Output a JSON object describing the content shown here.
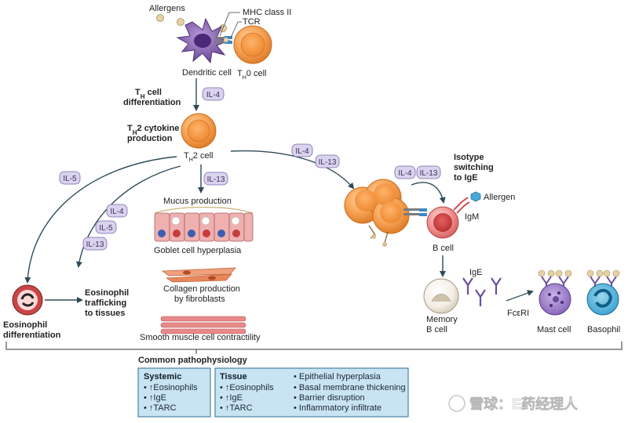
{
  "labels": {
    "allergens": "Allergens",
    "mhc": "MHC class II",
    "tcr": "TCR",
    "dendritic_cell": "Dendritic cell",
    "th0_cell_main": "T",
    "th0_cell_sub": "H",
    "th0_cell_rest": "0 cell",
    "th_diff_line1_main": "T",
    "th_diff_line1_sub": "H",
    "th_diff_line1_rest": " cell",
    "th_diff_line2": "differentiation",
    "th2_cyto_line1_main": "T",
    "th2_cyto_line1_sub": "H",
    "th2_cyto_line1_rest": "2 cytokine",
    "th2_cyto_line2": "production",
    "th2_cell_main": "T",
    "th2_cell_sub": "H",
    "th2_cell_rest": "2 cell",
    "mucus": "Mucus production",
    "goblet": "Goblet cell hyperplasia",
    "collagen_line1": "Collagen production",
    "collagen_line2": "by fibroblasts",
    "smooth_muscle": "Smooth muscle cell contractility",
    "eos_diff_line1": "Eosinophil",
    "eos_diff_line2": "differentiation",
    "eos_traf_line1": "Eosinophil",
    "eos_traf_line2": "trafficking",
    "eos_traf_line3": "to tissues",
    "isotype_line1": "Isotype",
    "isotype_line2": "switching",
    "isotype_line3": "to IgE",
    "allergen": "Allergen",
    "igm": "IgM",
    "b_cell": "B cell",
    "ige": "IgE",
    "memory_line1": "Memory",
    "memory_line2": "B cell",
    "fceri": "FcεRI",
    "mast_cell": "Mast cell",
    "basophil": "Basophil",
    "common": "Common pathophysiology"
  },
  "badges": {
    "il4_top": "IL-4",
    "il13_mid": "IL-13",
    "il5_left": "IL-5",
    "il4_left": "IL-4",
    "il5_left2": "IL-5",
    "il13_left2": "IL-13",
    "il4_right": "IL-4",
    "il13_right": "IL-13",
    "il4_iso": "IL-4",
    "il13_iso": "IL-13"
  },
  "systemic": {
    "title": "Systemic",
    "items": [
      "• ↑Eosinophils",
      "• ↑IgE",
      "• ↑TARC"
    ]
  },
  "tissue": {
    "title": "Tissue",
    "left_items": [
      "• ↑Eosinophils",
      "• ↑IgE",
      "• ↑TARC"
    ],
    "right_items": [
      "• Epithelial hyperplasia",
      "• Basal membrane thickening",
      "• Barrier disruption",
      "• Inflammatory infiltrate"
    ]
  },
  "watermark": "雪球：E药经理人",
  "colors": {
    "badge_fill": "#d9d3ee",
    "badge_stroke": "#7a6aa8",
    "t_cell": "#f5a45b",
    "dendritic": "#7b5aa6",
    "box_fill": "#c8e3f2",
    "box_stroke": "#2c6f94",
    "arrow": "#2f4a57"
  }
}
